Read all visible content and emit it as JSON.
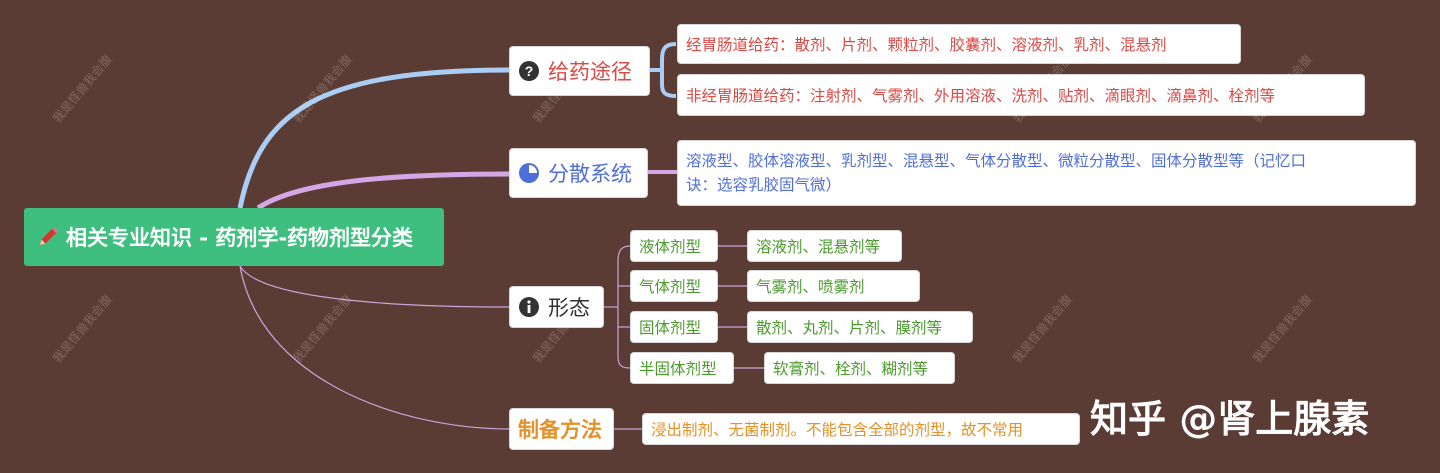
{
  "root": {
    "label": "相关专业知识 - 药剂学-药物剂型分类"
  },
  "branches": [
    {
      "label": "给药途径",
      "icon": "question-icon"
    },
    {
      "label": "分散系统",
      "icon": "pie-icon"
    },
    {
      "label": "形态",
      "icon": "info-icon"
    },
    {
      "label": "制备方法"
    }
  ],
  "route": [
    "经胃肠道给药：散剂、片剂、颗粒剂、胶囊剂、溶液剂、乳剂、混悬剂",
    "非经胃肠道给药：注射剂、气雾剂、外用溶液、洗剂、贴剂、滴眼剂、滴鼻剂、栓剂等"
  ],
  "dispersion": {
    "line1": "溶液型、胶体溶液型、乳剂型、混悬型、气体分散型、微粒分散型、固体分散型等（记忆口",
    "line2": "诀：选容乳胶固气微）"
  },
  "forms": [
    {
      "type": "液体剂型",
      "examples": "溶液剂、混悬剂等"
    },
    {
      "type": "气体剂型",
      "examples": "气雾剂、喷雾剂"
    },
    {
      "type": "固体剂型",
      "examples": "散剂、丸剂、片剂、膜剂等"
    },
    {
      "type": "半固体剂型",
      "examples": "软膏剂、栓剂、糊剂等"
    }
  ],
  "preparation": "浸出制剂、无菌制剂。不能包含全部的剂型，故不常用",
  "watermark": "我是怪兽我会腹",
  "brand": "知乎 @肾上腺素",
  "colors": {
    "background": "#5b3c34",
    "root": "#3fbf7f",
    "route_line": "#a9cdf5",
    "dispersion_line": "#d3a6e6",
    "form_line": "#c9a3d8",
    "route_text": "#d94a45",
    "dispersion_text": "#4f6fd8",
    "form_text": "#4a9a2c",
    "prep_text": "#e39128"
  }
}
